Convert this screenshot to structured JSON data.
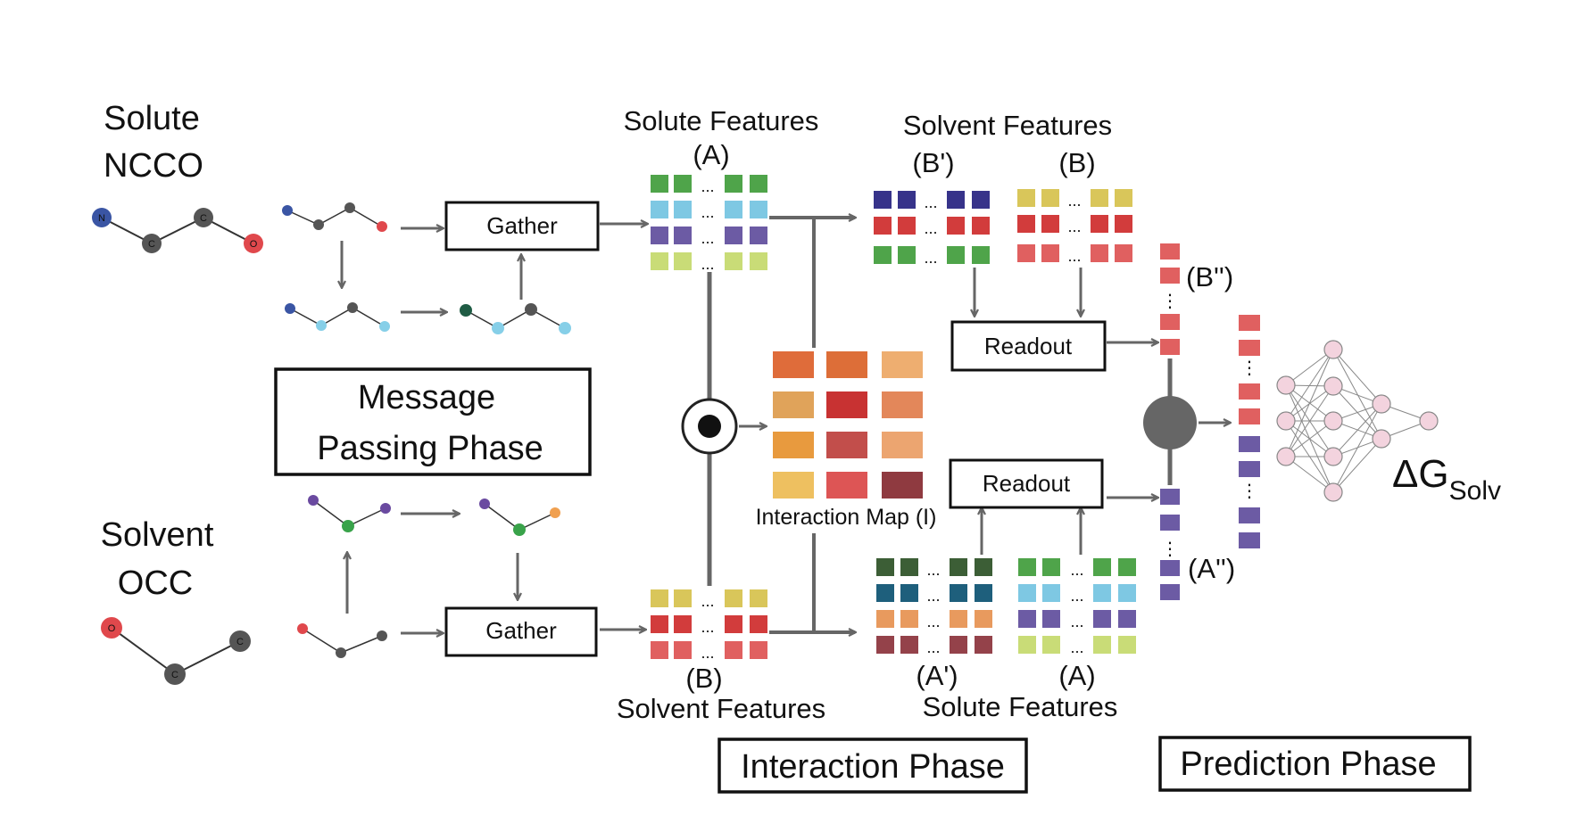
{
  "colors": {
    "atom_N": "#3a55a4",
    "atom_C": "#555555",
    "atom_O": "#e0484c",
    "atom_cyan": "#86cfe8",
    "atom_darkgreen": "#1f5c44",
    "atom_purple": "#6a4aa0",
    "atom_green": "#39a34a",
    "atom_orange": "#f0a050",
    "arrow": "#666666",
    "feat_green": "#4fa44a",
    "feat_cyan": "#7ec8e3",
    "feat_purple": "#6c5ba4",
    "feat_lime": "#c9dc77",
    "feat_navy": "#37338a",
    "feat_red": "#d23c3c",
    "feat_salmon": "#e06060",
    "feat_yellow": "#d9c65a",
    "feat_darkgreen": "#3c5e36",
    "feat_teal": "#1e5f7c",
    "feat_orange": "#e89a5e",
    "feat_maroon": "#94424a",
    "nn_node": "#f3d3de"
  },
  "solute": {
    "title": "Solute",
    "smiles": "NCCO"
  },
  "solvent": {
    "title": "Solvent",
    "smiles": "OCC"
  },
  "atoms": {
    "N": "N",
    "C": "C",
    "O": "O"
  },
  "gather": {
    "top": "Gather",
    "bottom": "Gather"
  },
  "message_passing": {
    "line1": "Message",
    "line2": "Passing Phase"
  },
  "features": {
    "solute_top_title": "Solute Features",
    "solute_top_tag": "(A)",
    "solvent_top_title": "Solvent Features",
    "solvent_top_tag_b_prime": "(B')",
    "solvent_top_tag_b": "(B)",
    "solvent_bottom_title": "Solvent Features",
    "solvent_bottom_tag": "(B)",
    "solute_bottom_title": "Solute Features",
    "solute_bottom_tag_a_prime": "(A')",
    "solute_bottom_tag_a": "(A)",
    "ellipsis": "..."
  },
  "interaction_map": {
    "label": "Interaction Map (I)"
  },
  "readout": {
    "top": "Readout",
    "bottom": "Readout"
  },
  "prediction": {
    "b_double_prime": "(B'')",
    "a_double_prime": "(A'')",
    "delta": "ΔG",
    "delta_sub": "Solv",
    "vdots": "⋮"
  },
  "phases": {
    "interaction": "Interaction Phase",
    "prediction": "Prediction Phase"
  }
}
